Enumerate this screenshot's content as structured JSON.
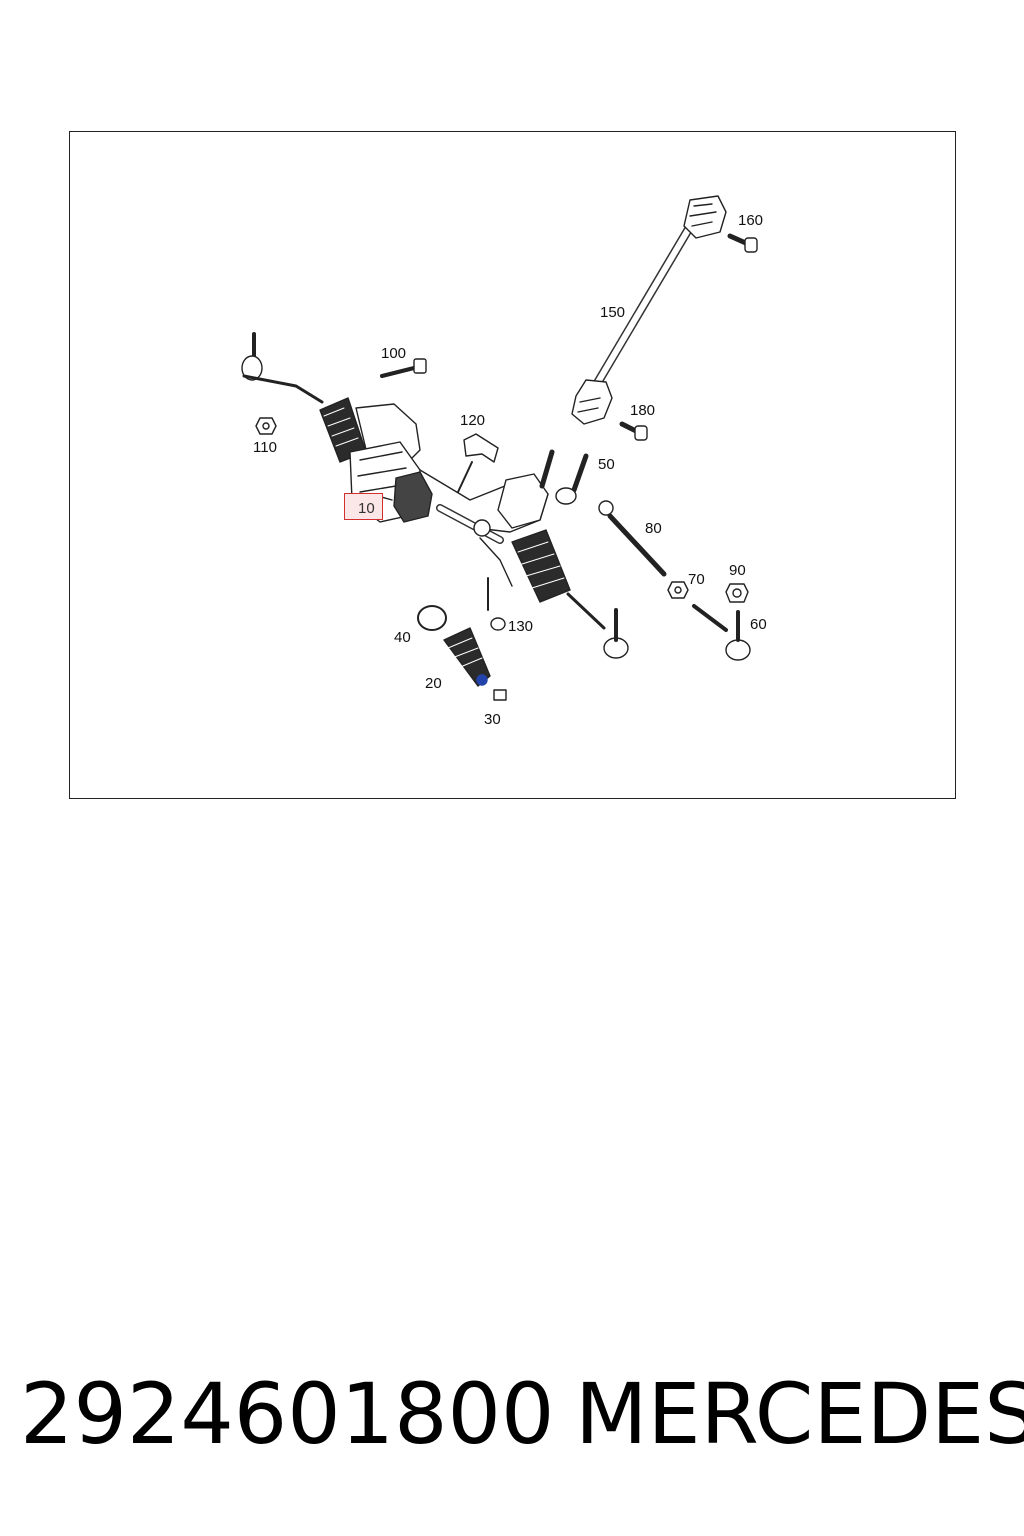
{
  "callouts": {
    "c10": "10",
    "c20": "20",
    "c30": "30",
    "c40": "40",
    "c50": "50",
    "c60": "60",
    "c70": "70",
    "c80": "80",
    "c90": "90",
    "c100": "100",
    "c110": "110",
    "c120": "120",
    "c130": "130",
    "c150": "150",
    "c160": "160",
    "c180": "180"
  },
  "highlight_color": "#d32f2f",
  "footer": {
    "part_number": "2924601800",
    "brand": "MERCEDES"
  }
}
